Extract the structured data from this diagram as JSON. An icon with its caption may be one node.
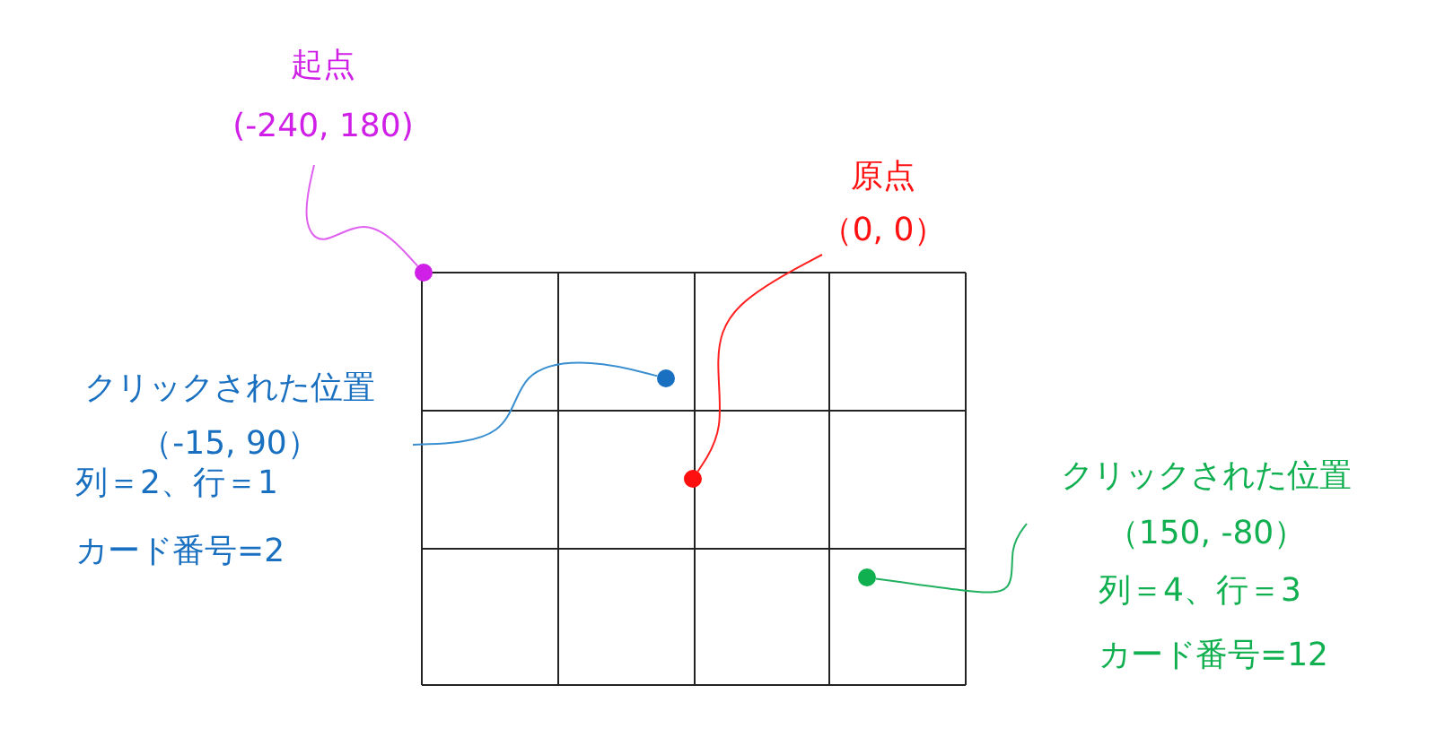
{
  "diagram": {
    "nodes": [
      {
        "text": [
          "起点",
          "(-240, 180)"
        ]
      },
      {
        "text": [
          "原点",
          "（0, 0）"
        ]
      },
      {
        "text": [
          "クリックされた位置",
          "（-15, 90）",
          "列＝2、行＝1",
          "カード番号=2"
        ]
      },
      {
        "text": [
          "クリックされた位置",
          "（150, -80）",
          "列＝4、行＝3",
          "カード番号=12"
        ]
      },
      {
        "text": [],
        "shape": "circle"
      },
      {
        "text": [],
        "shape": "circle"
      },
      {
        "text": [],
        "shape": "circle"
      },
      {
        "text": [],
        "shape": "circle"
      }
    ],
    "edges": [
      {
        "from": 0,
        "to": 4,
        "arrow": "none",
        "color": "#e060f0"
      },
      {
        "from": 1,
        "to": 6,
        "arrow": "none",
        "color": "#ff2020"
      },
      {
        "from": 2,
        "to": 5,
        "arrow": "none",
        "color": "#3a8fd0"
      },
      {
        "from": 3,
        "to": 7,
        "arrow": "none",
        "color": "#20b060"
      }
    ]
  }
}
